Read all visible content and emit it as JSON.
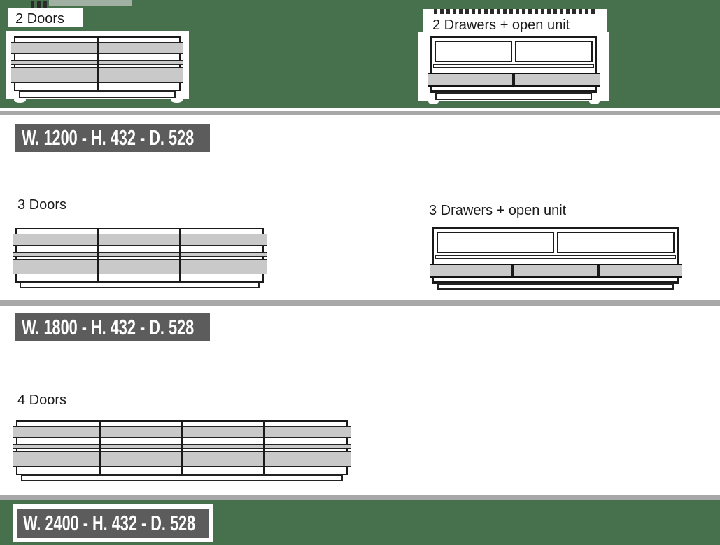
{
  "colors": {
    "green": "#47714d",
    "divider-gray": "#a8a8a8",
    "dim-label-bg": "#5c5c5c",
    "dim-label-text": "#ffffff",
    "slat-gray": "#c9c9c9",
    "line": "#1a1a1a"
  },
  "sections": [
    {
      "title_left": "2 Doors",
      "title_right": "2 Drawers + open unit",
      "dim": "W. 1200 - H. 432 - D. 528"
    },
    {
      "title_left": "3 Doors",
      "title_right": "3 Drawers + open unit",
      "dim": "W. 1800 - H. 432 - D. 528"
    },
    {
      "title_left": "4 Doors",
      "dim": "W. 2400 - H. 432 - D. 528"
    }
  ]
}
